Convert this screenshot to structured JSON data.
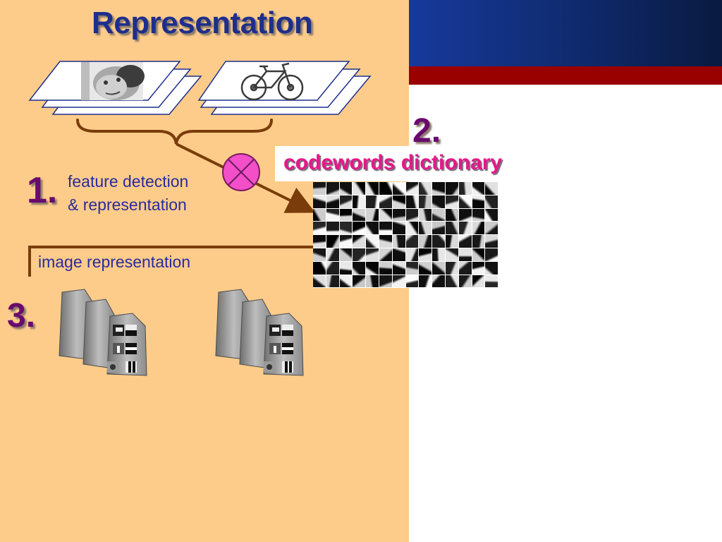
{
  "slide": {
    "title": "Representation",
    "step1_marker": "1.",
    "step2_marker": "2.",
    "step3_marker": "3.",
    "feature_line1": "feature detection",
    "feature_line2": "& representation",
    "codebook_label": "codewords dictionary",
    "image_rep_label": "image representation"
  },
  "colors": {
    "left_panel": "#fdcc8a",
    "header_blue": "#17399c",
    "stripe_red": "#990000",
    "title_blue": "#1e2e8c",
    "marker_purple": "#6a0a6e",
    "label_pink": "#e4198a",
    "bracket_brown": "#7a3c0a",
    "circle_pink": "#f24fc8"
  },
  "icons": {
    "face_image": "face-photo",
    "bicycle_image": "bicycle-photo",
    "bag_of_words": "paper-bag-icon",
    "combiner": "circle-cross-icon"
  }
}
